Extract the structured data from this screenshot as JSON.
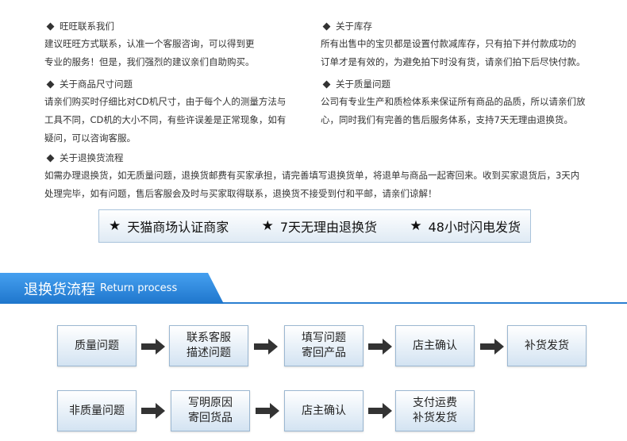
{
  "sections": [
    {
      "title": "旺旺联系我们",
      "lines": [
        "建议旺旺方式联系，认准一个客服咨询，可以得到更",
        "专业的服务！但是，我们强烈的建议亲们自助购买。"
      ]
    },
    {
      "title": "关于库存",
      "lines": [
        "所有出售中的宝贝都是设置付款减库存，只有拍下并付款成功的",
        "订单才是有效的，为避免拍下时没有货，请亲们拍下后尽快付款。"
      ]
    },
    {
      "title": "关于商品尺寸问题",
      "lines": [
        "请亲们购买时仔细比对CD机尺寸，由于每个人的测量方法与",
        "工具不同，CD机的大小不同，有些许误差是正常现象，如有",
        "疑问，可以咨询客服。"
      ]
    },
    {
      "title": "关于质量问题",
      "lines": [
        "公司有专业生产和质检体系来保证所有商品的品质，所以请亲们放",
        "心，同时我们有完善的售后服务体系，支持7天无理由退换货。"
      ]
    },
    {
      "title": "关于退换货流程",
      "lines": [
        "如需办理退换货，如无质量问题，退换货邮费有买家承担，请完善填写退换货单，将退单与商品一起寄回来。收到买家退货后，3天内",
        "处理完毕，如有问题，售后客服会及时与买家取得联系，退换货不接受到付和平邮，请亲们谅解！"
      ]
    }
  ],
  "banner": {
    "star": "★",
    "features": [
      "天猫商场认证商家",
      "7天无理由退换货",
      "48小时闪电发货"
    ]
  },
  "return_process": {
    "title_cn": "退换货流程",
    "title_en": "Return process"
  },
  "flow": {
    "row1": [
      [
        "质量问题"
      ],
      [
        "联系客服",
        "描述问题"
      ],
      [
        "填写问题",
        "寄回产品"
      ],
      [
        "店主确认"
      ],
      [
        "补货发货"
      ]
    ],
    "row2": [
      [
        "非质量问题"
      ],
      [
        "写明原因",
        "寄回货品"
      ],
      [
        "店主确认"
      ],
      [
        "支付运费",
        "补货发货"
      ]
    ]
  },
  "colors": {
    "accent": "#2a7fd1",
    "box_border": "#9bb7d1",
    "arrow": "#333333"
  }
}
